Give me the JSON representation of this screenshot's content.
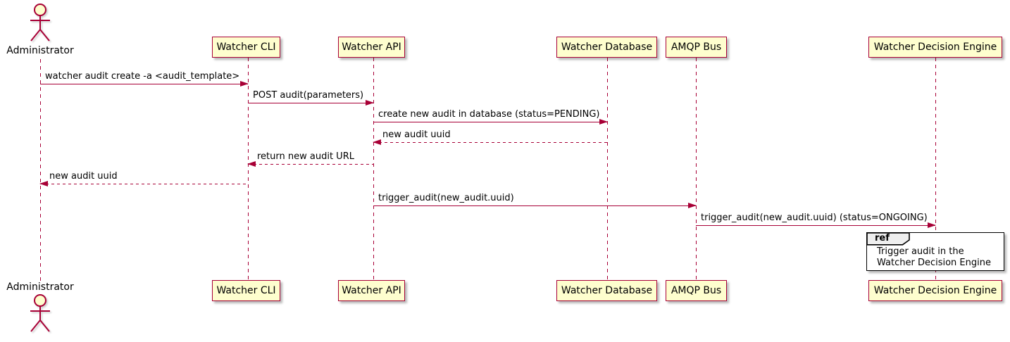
{
  "diagram": {
    "type": "sequence-diagram",
    "actor": {
      "label": "Administrator"
    },
    "participants": [
      {
        "label": "Watcher CLI"
      },
      {
        "label": "Watcher API"
      },
      {
        "label": "Watcher Database"
      },
      {
        "label": "AMQP Bus"
      },
      {
        "label": "Watcher Decision Engine"
      }
    ],
    "messages": [
      {
        "text": "watcher audit create -a <audit_template>",
        "from": "Administrator",
        "to": "Watcher CLI",
        "line": "solid"
      },
      {
        "text": "POST audit(parameters)",
        "from": "Watcher CLI",
        "to": "Watcher API",
        "line": "solid"
      },
      {
        "text": "create new audit in database (status=PENDING)",
        "from": "Watcher API",
        "to": "Watcher Database",
        "line": "solid"
      },
      {
        "text": "new audit uuid",
        "from": "Watcher Database",
        "to": "Watcher API",
        "line": "dashed"
      },
      {
        "text": "return new audit URL",
        "from": "Watcher API",
        "to": "Watcher CLI",
        "line": "dashed"
      },
      {
        "text": "new audit uuid",
        "from": "Watcher CLI",
        "to": "Administrator",
        "line": "dashed"
      },
      {
        "text": "trigger_audit(new_audit.uuid)",
        "from": "Watcher API",
        "to": "AMQP Bus",
        "line": "solid"
      },
      {
        "text": "trigger_audit(new_audit.uuid) (status=ONGOING)",
        "from": "AMQP Bus",
        "to": "Watcher Decision Engine",
        "line": "solid"
      }
    ],
    "ref": {
      "keyword": "ref",
      "lines": [
        "Trigger audit in the",
        "Watcher Decision Engine"
      ]
    },
    "colors": {
      "participant_fill": "#FEFECE",
      "participant_border": "#A80036",
      "lifeline": "#A80036",
      "arrow": "#A80036",
      "text": "#000000",
      "ref_border": "#000000",
      "ref_fill": "#FFFFFF",
      "ref_header_fill": "#EEEEEE"
    }
  }
}
